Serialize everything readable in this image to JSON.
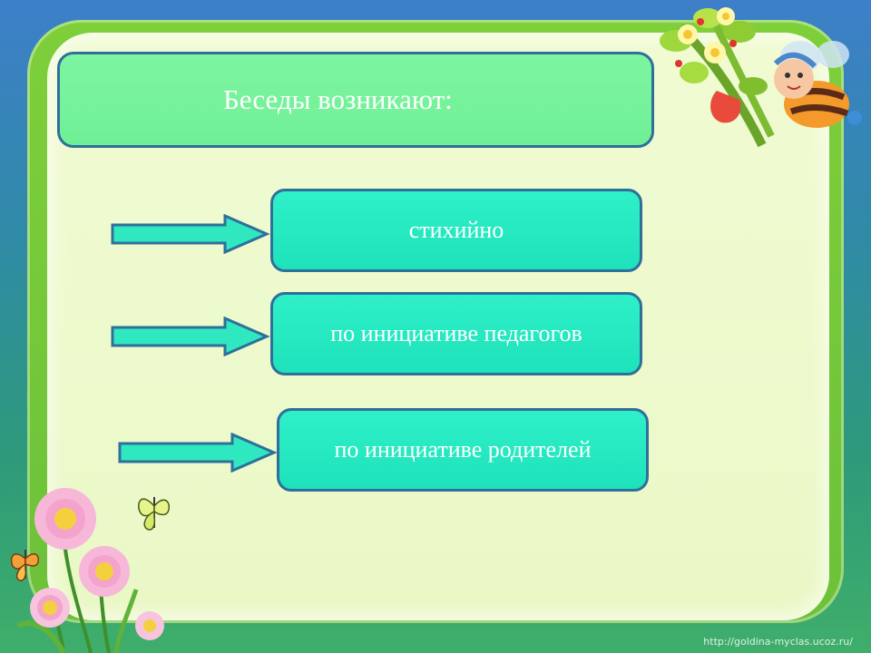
{
  "title": "Беседы возникают:",
  "items": [
    {
      "label": "стихийно"
    },
    {
      "label": "по инициативе педагогов"
    },
    {
      "label": "по инициативе родителей"
    }
  ],
  "watermark": "http://goldina-myclas.ucoz.ru/",
  "colors": {
    "title_fill": "#7ef5a0",
    "item_fill": "#2ff0c8",
    "border": "#2f6f9a",
    "panel": "#eaf8c6"
  },
  "icons": [
    "flower-bouquet-icon",
    "bee-character-icon",
    "daisy-flowers-icon",
    "butterfly-icon",
    "arrow-right-icon"
  ]
}
